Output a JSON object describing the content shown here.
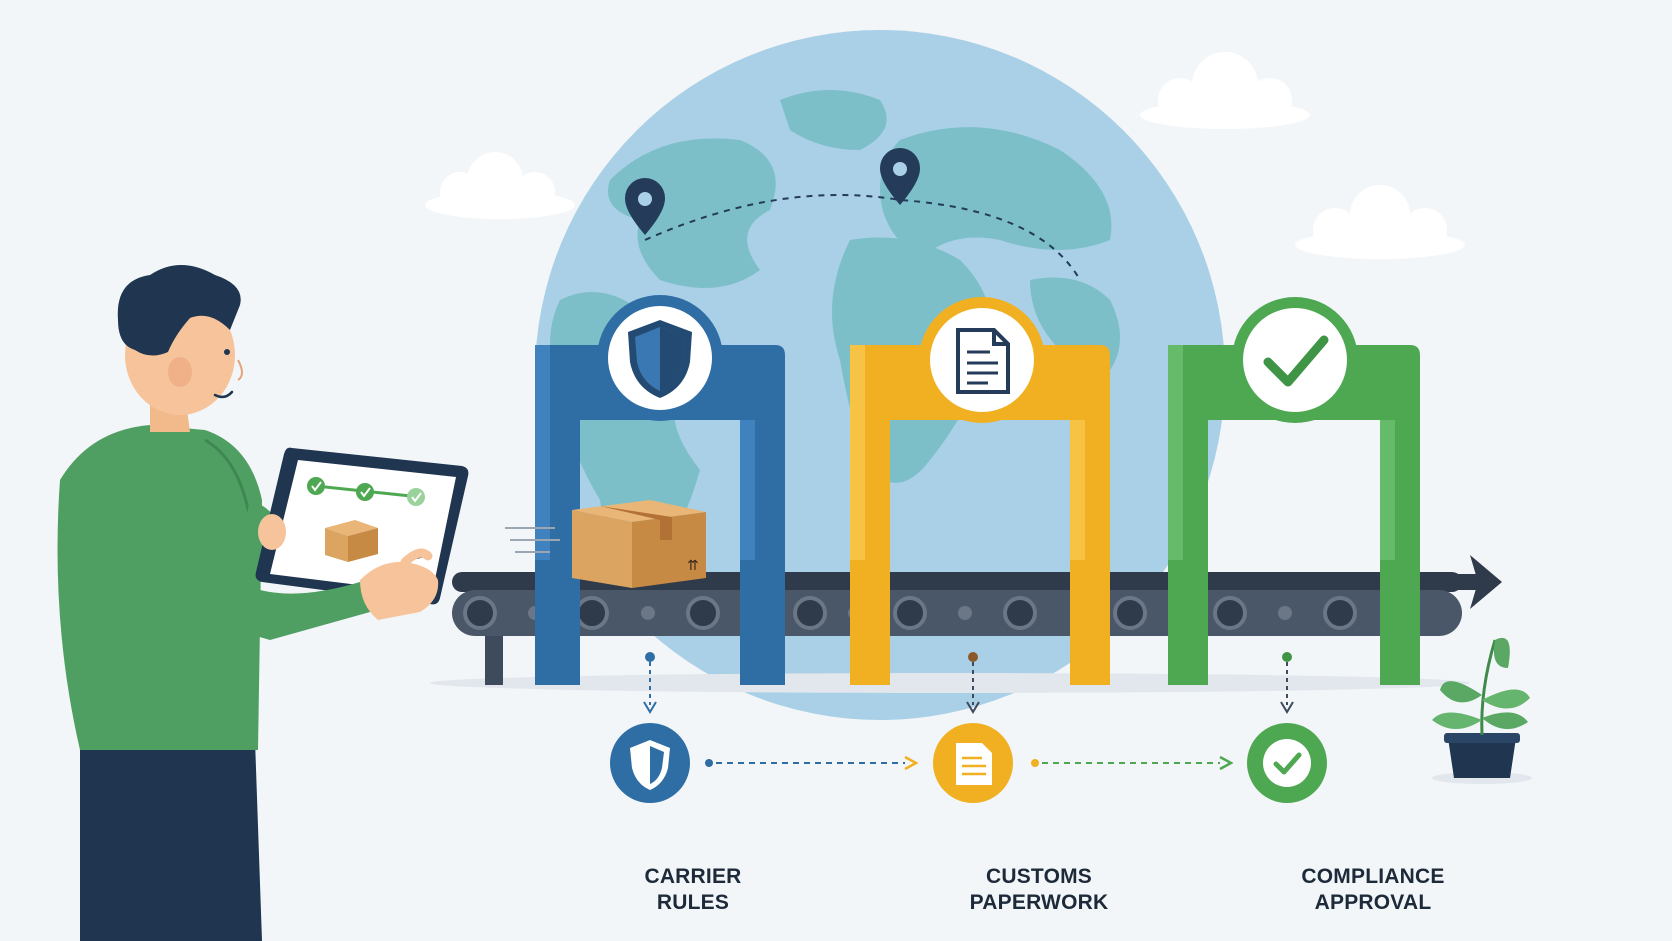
{
  "steps": [
    {
      "id": "carrier",
      "line1": "CARRIER",
      "line2": "RULES",
      "color": "#2f6ea5",
      "icon": "shield-icon"
    },
    {
      "id": "customs",
      "line1": "CUSTOMS",
      "line2": "PAPERWORK",
      "color": "#f0b021",
      "icon": "document-icon"
    },
    {
      "id": "compliance",
      "line1": "COMPLIANCE",
      "line2": "APPROVAL",
      "color": "#4ea852",
      "icon": "checkmark-icon"
    }
  ],
  "colors": {
    "background": "#f3f6f8",
    "globe": "#a9d0e6",
    "land": "#7cbfc9",
    "conveyor": "#3d4b5c",
    "shirt": "#4f9f63",
    "box": "#dca461"
  },
  "icons": [
    "map-pin-icon",
    "package-box-icon",
    "tablet-icon",
    "plant-icon",
    "cloud-icon",
    "arrow-right-icon"
  ]
}
